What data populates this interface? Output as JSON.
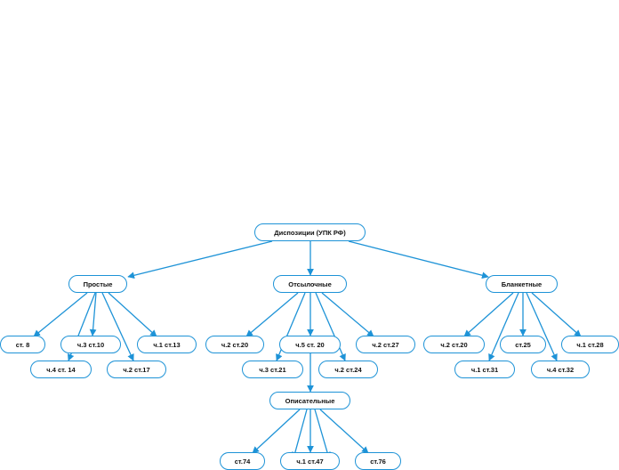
{
  "colors": {
    "line": "#1e93d7",
    "node_border": "#1e93d7",
    "text": "#111111"
  },
  "nodes": {
    "root": "Диспозиции (УПК РФ)",
    "prostye": "Простые",
    "otsylochnye": "Отсылочные",
    "blanketnye": "Бланкетные",
    "p_st8": "ст. 8",
    "p_ch3_st10": "ч.3 ст.10",
    "p_ch1_st13": "ч.1 ст.13",
    "p_ch4_st14": "ч.4 ст. 14",
    "p_ch2_st17": "ч.2 ст.17",
    "o_ch2_st20": "ч.2 ст.20",
    "o_ch5_st20": "ч.5 ст. 20",
    "o_ch2_st27": "ч.2 ст.27",
    "o_ch3_st21": "ч.3 ст.21",
    "o_ch2_st24": "ч.2 ст.24",
    "opisatelnye": "Описательные",
    "d_st74": "ст.74",
    "d_ch1_st47": "ч.1 ст.47",
    "d_st76": "ст.76",
    "b_ch2_st20": "ч.2 ст.20",
    "b_st25": "ст.25",
    "b_ch1_st28": "ч.1 ст.28",
    "b_ch1_st31": "ч.1 ст.31",
    "b_ch4_st32": "ч.4 ст.32"
  }
}
